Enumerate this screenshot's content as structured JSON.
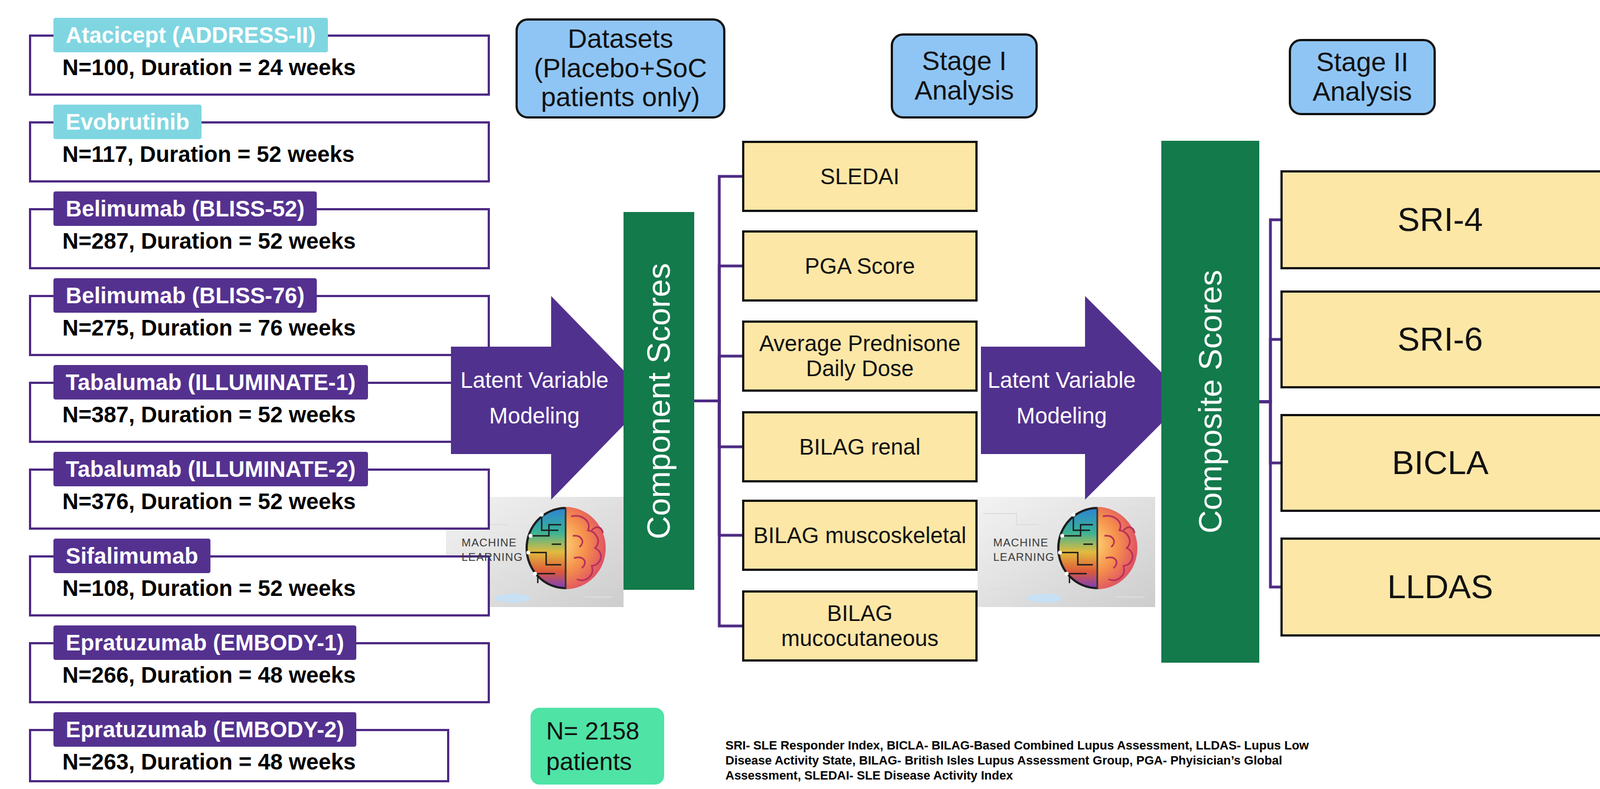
{
  "diagram": {
    "nodes": [
      {
        "text": [
          "Datasets (Placebo+SoC patients only)"
        ]
      },
      {
        "text": [
          "Stage I Analysis"
        ]
      },
      {
        "text": [
          "Stage II Analysis"
        ]
      },
      {
        "text": [
          "Atacicept (ADDRESS-II)",
          "N=100, Duration = 24 weeks"
        ]
      },
      {
        "text": [
          "Evobrutinib",
          "N=117, Duration = 52 weeks"
        ]
      },
      {
        "text": [
          "Belimumab (BLISS-52)",
          "N=287, Duration = 52 weeks"
        ]
      },
      {
        "text": [
          "Belimumab (BLISS-76)",
          "N=275, Duration = 76 weeks"
        ]
      },
      {
        "text": [
          "Tabalumab (ILLUMINATE-1)",
          "N=387, Duration = 52 weeks"
        ]
      },
      {
        "text": [
          "Tabalumab (ILLUMINATE-2)",
          "N=376, Duration = 52 weeks"
        ]
      },
      {
        "text": [
          "Sifalimumab",
          "N=108, Duration = 52 weeks"
        ]
      },
      {
        "text": [
          "Epratuzumab (EMBODY-1)",
          "N=266, Duration = 48 weeks"
        ]
      },
      {
        "text": [
          "Epratuzumab (EMBODY-2)",
          "N=263, Duration = 48 weeks"
        ]
      },
      {
        "text": [
          "Latent Variable Modeling"
        ]
      },
      {
        "text": [
          "Component Scores"
        ]
      },
      {
        "text": [
          "SLEDAI"
        ]
      },
      {
        "text": [
          "PGA Score"
        ]
      },
      {
        "text": [
          "Average Prednisone Daily Dose"
        ]
      },
      {
        "text": [
          "BILAG renal"
        ]
      },
      {
        "text": [
          "BILAG muscoskeletal"
        ]
      },
      {
        "text": [
          "BILAG mucocutaneous"
        ]
      },
      {
        "text": [
          "Latent Variable Modeling"
        ]
      },
      {
        "text": [
          "Composite Scores"
        ]
      },
      {
        "text": [
          "SRI-4"
        ]
      },
      {
        "text": [
          "SRI-6"
        ]
      },
      {
        "text": [
          "BICLA"
        ]
      },
      {
        "text": [
          "LLDAS"
        ]
      },
      {
        "text": [
          "N= 2158 patients"
        ]
      }
    ],
    "edges": [
      {
        "from": 13,
        "to": 14,
        "arrow": "none"
      },
      {
        "from": 13,
        "to": 15,
        "arrow": "none"
      },
      {
        "from": 13,
        "to": 16,
        "arrow": "none"
      },
      {
        "from": 13,
        "to": 17,
        "arrow": "none"
      },
      {
        "from": 13,
        "to": 18,
        "arrow": "none"
      },
      {
        "from": 13,
        "to": 19,
        "arrow": "none"
      },
      {
        "from": 21,
        "to": 22,
        "arrow": "none"
      },
      {
        "from": 21,
        "to": 23,
        "arrow": "none"
      },
      {
        "from": 21,
        "to": 24,
        "arrow": "none"
      },
      {
        "from": 21,
        "to": 25,
        "arrow": "none"
      }
    ],
    "labels": [
      "MACHINE LEARNING",
      "MACHINE LEARNING",
      "SRI- SLE Responder Index, BICLA- BILAG-Based Combined Lupus Assessment, LLDAS- Lupus Low Disease Activity State, BILAG- British Isles Lupus Assessment Group, PGA- Phyisician’s Global Assessment, SLEDAI- SLE Disease Activity Index"
    ]
  }
}
